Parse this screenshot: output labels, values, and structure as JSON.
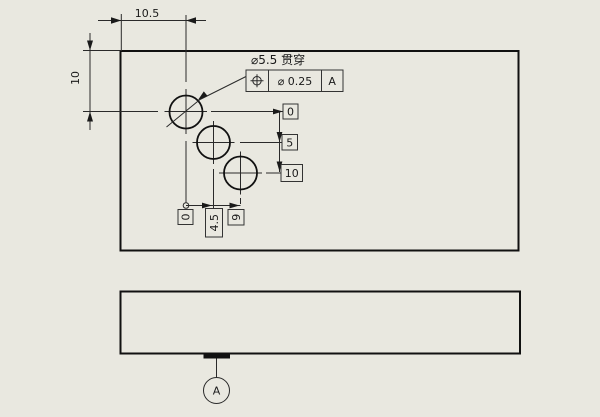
{
  "app": {
    "type": "cad-drawing-view",
    "background_color": "#e9e8e0",
    "line_color": "#1a1a1a"
  },
  "drawing": {
    "top_dimension": {
      "value": "10.5"
    },
    "left_dimension": {
      "value": "10"
    },
    "hole_callout": {
      "text": "⌀5.5 贯穿"
    },
    "feature_control_frame": {
      "symbol_icon": "position-tolerance-icon",
      "tolerance": "⌀ 0.25",
      "datum_ref": "A"
    },
    "ordinates_vertical": [
      "0",
      "5",
      "10"
    ],
    "ordinates_horizontal": [
      "0",
      "4.5",
      "9"
    ],
    "datum": {
      "label": "A"
    },
    "holes_count": "3"
  }
}
